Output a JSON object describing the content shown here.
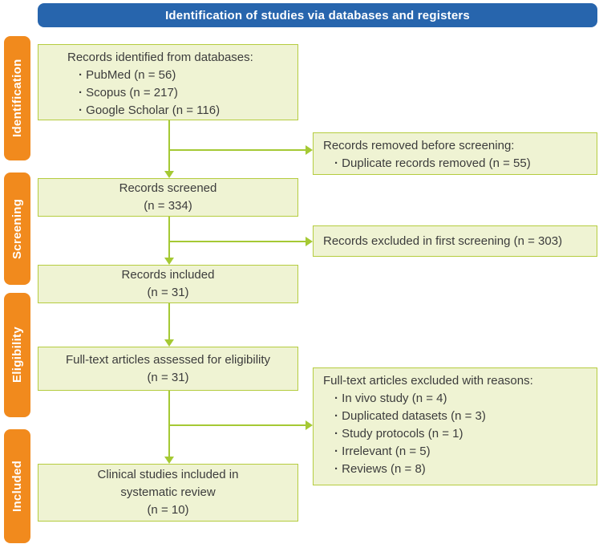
{
  "header": {
    "title": "Identification of studies via databases and registers"
  },
  "sidebar": {
    "stages": [
      {
        "label": "Identification"
      },
      {
        "label": "Screening"
      },
      {
        "label": "Eligibility"
      },
      {
        "label": "Included"
      }
    ]
  },
  "flow": {
    "records_identified": {
      "title": "Records identified from databases:",
      "items": [
        "PubMed (n = 56)",
        "Scopus (n = 217)",
        "Google Scholar (n = 116)"
      ]
    },
    "records_removed": {
      "title": "Records removed before screening:",
      "items": [
        "Duplicate records removed (n = 55)"
      ]
    },
    "records_screened": {
      "line1": "Records screened",
      "line2": "(n = 334)"
    },
    "records_excluded_first": {
      "text": "Records excluded in first screening (n = 303)"
    },
    "records_included": {
      "line1": "Records included",
      "line2": "(n = 31)"
    },
    "fulltext_assessed": {
      "line1": "Full-text articles assessed for eligibility",
      "line2": "(n = 31)"
    },
    "fulltext_excluded": {
      "title": "Full-text articles excluded with reasons:",
      "items": [
        "In vivo study (n = 4)",
        "Duplicated datasets (n = 3)",
        "Study protocols (n = 1)",
        "Irrelevant (n = 5)",
        "Reviews (n = 8)"
      ]
    },
    "clinical_included": {
      "line1": "Clinical studies included in",
      "line2": "systematic review",
      "line3": "(n = 10)"
    }
  },
  "colors": {
    "header_bg": "#2765ad",
    "stage_bg": "#f18a1d",
    "box_bg": "#eff3d3",
    "box_border": "#b5cc3f",
    "arrow": "#a5c934",
    "text": "#3c3c3c"
  }
}
